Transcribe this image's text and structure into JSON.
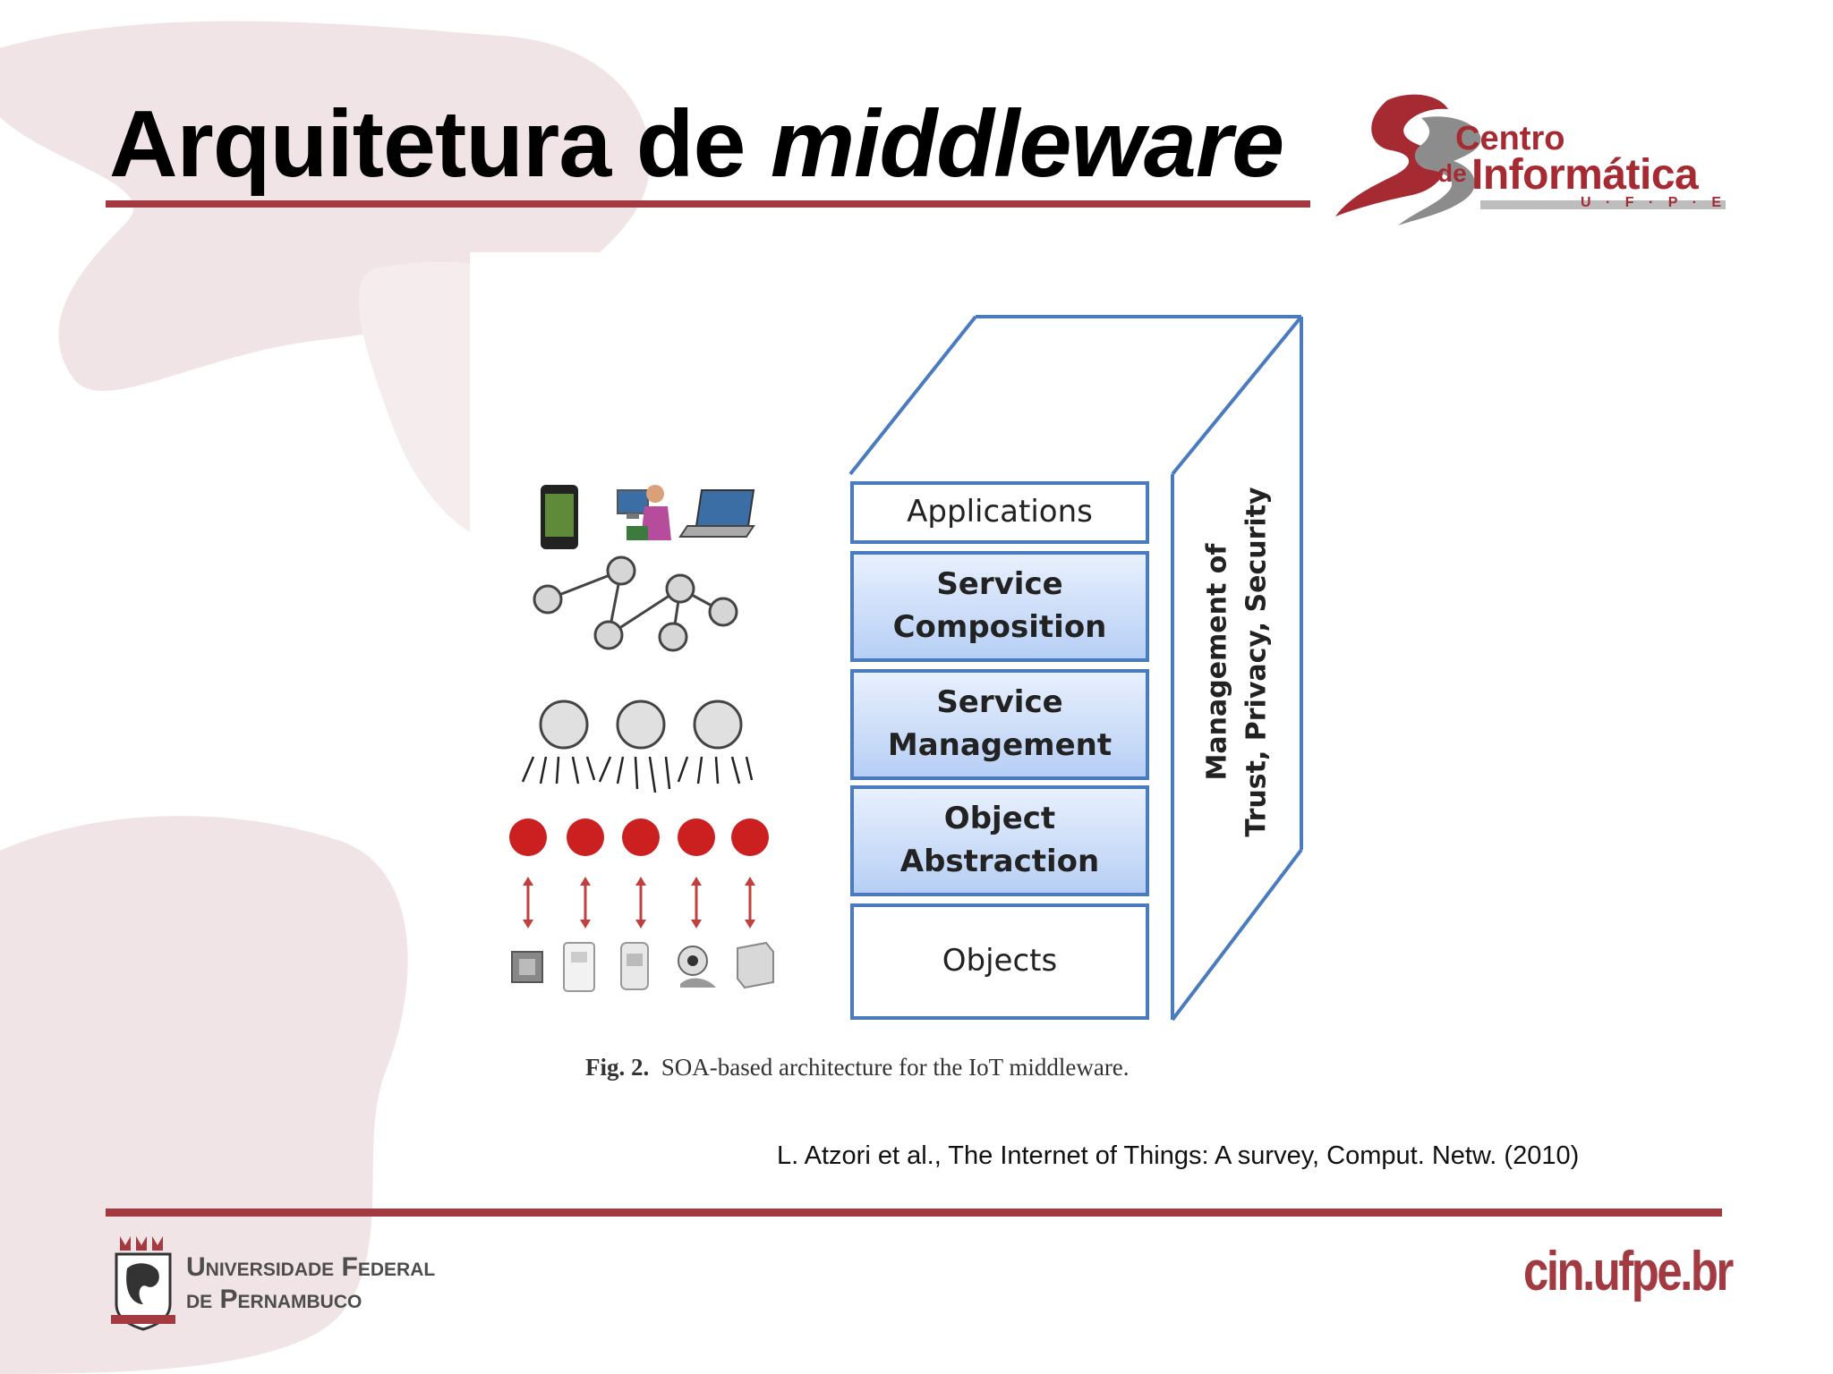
{
  "slide": {
    "title_main": "Arquitetura de ",
    "title_italic": "middleware"
  },
  "logo": {
    "centro": "Centro",
    "de": "de",
    "informatica": "Informática",
    "ufpe_letters": "U · F · P · E"
  },
  "figure": {
    "layers": [
      {
        "label": "Applications"
      },
      {
        "label": "Service\nComposition"
      },
      {
        "label": "Service\nManagement"
      },
      {
        "label": "Object\nAbstraction"
      },
      {
        "label": "Objects"
      }
    ],
    "side_panel": {
      "line1": "Management of",
      "line2": "Trust, Privacy, Security"
    },
    "caption_label": "Fig. 2.",
    "caption_text": "SOA-based architecture for the IoT middleware."
  },
  "citation": "L. Atzori et al., The Internet of Things: A survey, Comput. Netw. (2010)",
  "footer": {
    "university_line1": "Universidade Federal",
    "university_line2": "de Pernambuco",
    "website": "cin.ufpe.br"
  },
  "colors": {
    "accent_red": "#a33a41",
    "layer_border": "#4a7bbf",
    "layer_fill": "#b7cff5"
  }
}
